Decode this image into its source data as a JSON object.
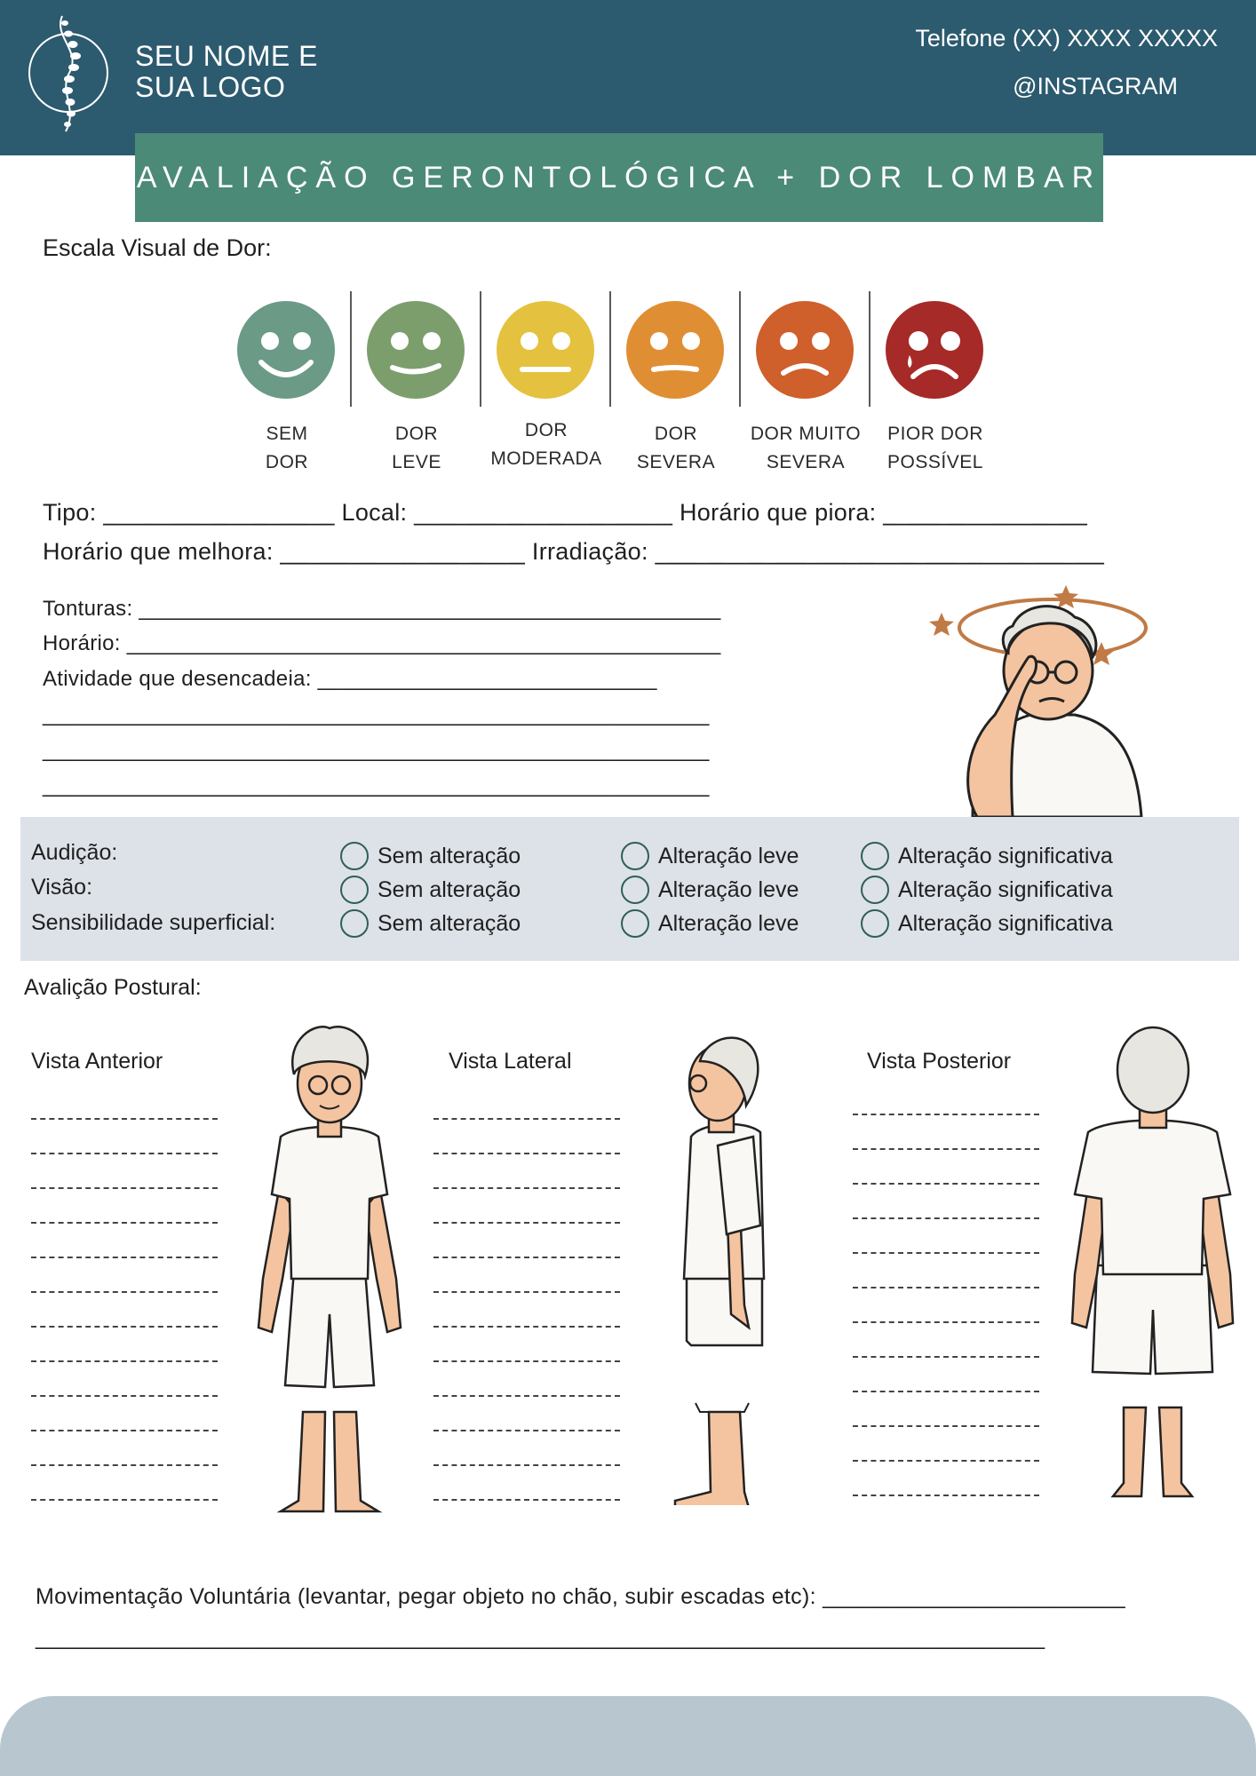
{
  "header": {
    "brand_line1": "SEU NOME E",
    "brand_line2": "SUA LOGO",
    "phone": "Telefone (XX) XXXX XXXXX",
    "instagram": "@INSTAGRAM",
    "logo_icon": "spine-logo-icon"
  },
  "title": "AVALIAÇÃO GERONTOLÓGICA + DOR LOMBAR",
  "pain_scale": {
    "label": "Escala Visual de Dor:",
    "levels": [
      {
        "line1": "SEM",
        "line2": "DOR",
        "color": "#6b9a87",
        "icon": "smile-face-icon"
      },
      {
        "line1": "DOR",
        "line2": "LEVE",
        "color": "#7c9e6c",
        "icon": "slight-smile-face-icon"
      },
      {
        "line1": "DOR",
        "line2": "MODERADA",
        "color": "#e4c240",
        "icon": "neutral-face-icon"
      },
      {
        "line1": "DOR",
        "line2": "SEVERA",
        "color": "#e08e33",
        "icon": "flat-face-icon"
      },
      {
        "line1": "DOR MUITO",
        "line2": "SEVERA",
        "color": "#cf5f2b",
        "icon": "frown-face-icon"
      },
      {
        "line1": "PIOR DOR",
        "line2": "POSSÍVEL",
        "color": "#a62a27",
        "icon": "crying-face-icon"
      }
    ]
  },
  "pain_fields": {
    "row1": "Tipo: _________________ Local: ___________________ Horário que piora: _______________",
    "row2": "Horário que melhora: __________________ Irradiação: _________________________________"
  },
  "dizziness": {
    "tonturas": "Tonturas: ________________________________________________",
    "horario": "Horário: _________________________________________________",
    "atividade": "Atividade que desencadeia: ____________________________",
    "blank1": "_______________________________________________________",
    "blank2": "_______________________________________________________",
    "blank3": "_______________________________________________________",
    "illustration": "dizzy-elderly-man-icon"
  },
  "senses": {
    "rows": [
      {
        "label": "Audição:",
        "opt1": "Sem alteração",
        "opt2": "Alteração leve",
        "opt3": "Alteração significativa"
      },
      {
        "label": "Visão:",
        "opt1": "Sem alteração",
        "opt2": "Alteração leve",
        "opt3": "Alteração significativa"
      },
      {
        "label": "Sensibilidade superficial:",
        "opt1": "Sem alteração",
        "opt2": "Alteração leve",
        "opt3": "Alteração significativa"
      }
    ]
  },
  "postural": {
    "label": "Avalição Postural:",
    "anterior": "Vista Anterior",
    "lateral": "Vista Lateral",
    "posterior": "Vista Posterior",
    "anterior_icon": "elderly-front-view-icon",
    "lateral_icon": "elderly-side-view-icon",
    "posterior_icon": "elderly-back-view-icon"
  },
  "movement": {
    "label": "Movimentação Voluntária (levantar, pegar objeto no chão, subir escadas etc): ________________________",
    "blank": "________________________________________________________________________________"
  }
}
